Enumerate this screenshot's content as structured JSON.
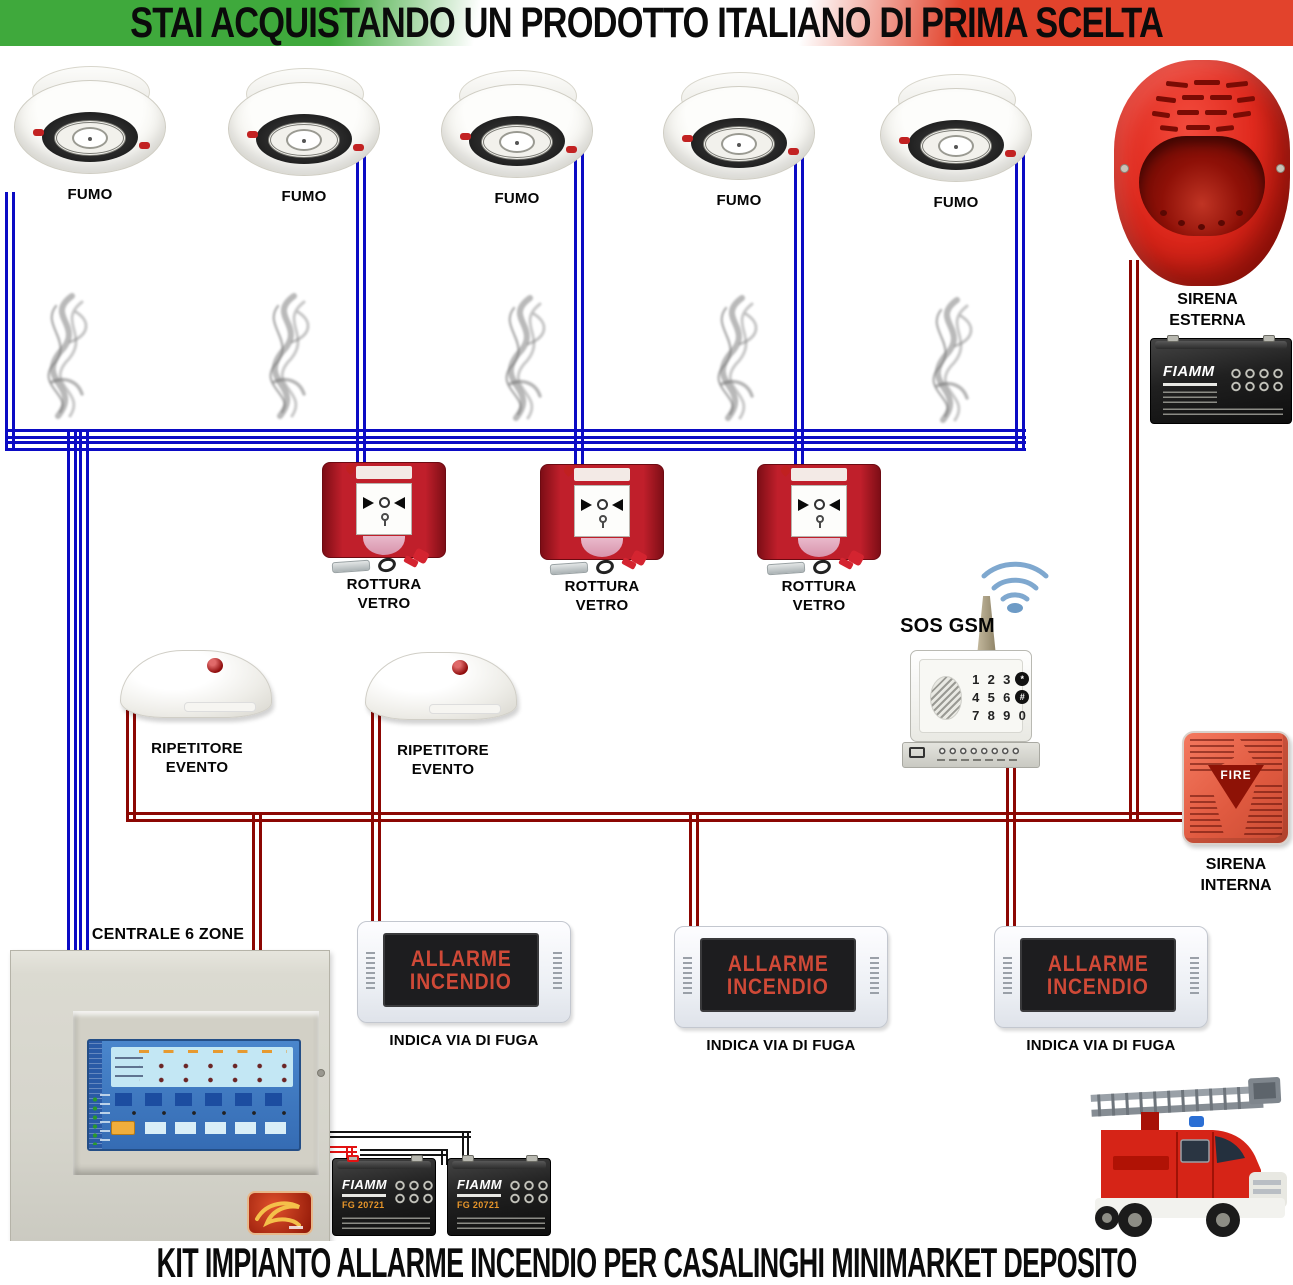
{
  "banner": {
    "text": "STAI ACQUISTANDO UN PRODOTTO ITALIANO DI PRIMA SCELTA"
  },
  "footer": {
    "text": "KIT IMPIANTO ALLARME INCENDIO PER CASALINGHI MINIMARKET DEPOSITO"
  },
  "colors": {
    "flag_green": "#3fa93c",
    "flag_red": "#e2432c",
    "wire_blue": "#0b0bc4",
    "wire_dark_red": "#8c0703",
    "battery_wire_red": "#e21212",
    "battery_wire_black": "#141414",
    "sign_text_red": "#cf4937",
    "siren_red": "#e02a1e"
  },
  "smoke_detectors": [
    {
      "label": "FUMO"
    },
    {
      "label": "FUMO"
    },
    {
      "label": "FUMO"
    },
    {
      "label": "FUMO"
    },
    {
      "label": "FUMO"
    }
  ],
  "call_points": [
    {
      "label1": "ROTTURA",
      "label2": "VETRO"
    },
    {
      "label1": "ROTTURA",
      "label2": "VETRO"
    },
    {
      "label1": "ROTTURA",
      "label2": "VETRO"
    }
  ],
  "repeaters": [
    {
      "label1": "RIPETITORE",
      "label2": "EVENTO"
    },
    {
      "label1": "RIPETITORE",
      "label2": "EVENTO"
    }
  ],
  "gsm": {
    "label": "SOS GSM",
    "keypad": [
      [
        "1",
        "2",
        "3",
        "*"
      ],
      [
        "4",
        "5",
        "6",
        "#"
      ],
      [
        "7",
        "8",
        "9",
        "0"
      ]
    ]
  },
  "siren_external": {
    "label1": "SIRENA",
    "label2": "ESTERNA"
  },
  "siren_internal": {
    "label1": "SIRENA",
    "label2": "INTERNA",
    "badge": "FIRE"
  },
  "control_panel": {
    "label": "CENTRALE 6 ZONE"
  },
  "escape_signs": [
    {
      "display1": "ALLARME",
      "display2": "INCENDIO",
      "caption": "INDICA VIA DI FUGA"
    },
    {
      "display1": "ALLARME",
      "display2": "INCENDIO",
      "caption": "INDICA VIA DI FUGA"
    },
    {
      "display1": "ALLARME",
      "display2": "INCENDIO",
      "caption": "INDICA VIA DI FUGA"
    }
  ],
  "batteries": {
    "brand": "FIAMM",
    "model": "FG 20721"
  }
}
